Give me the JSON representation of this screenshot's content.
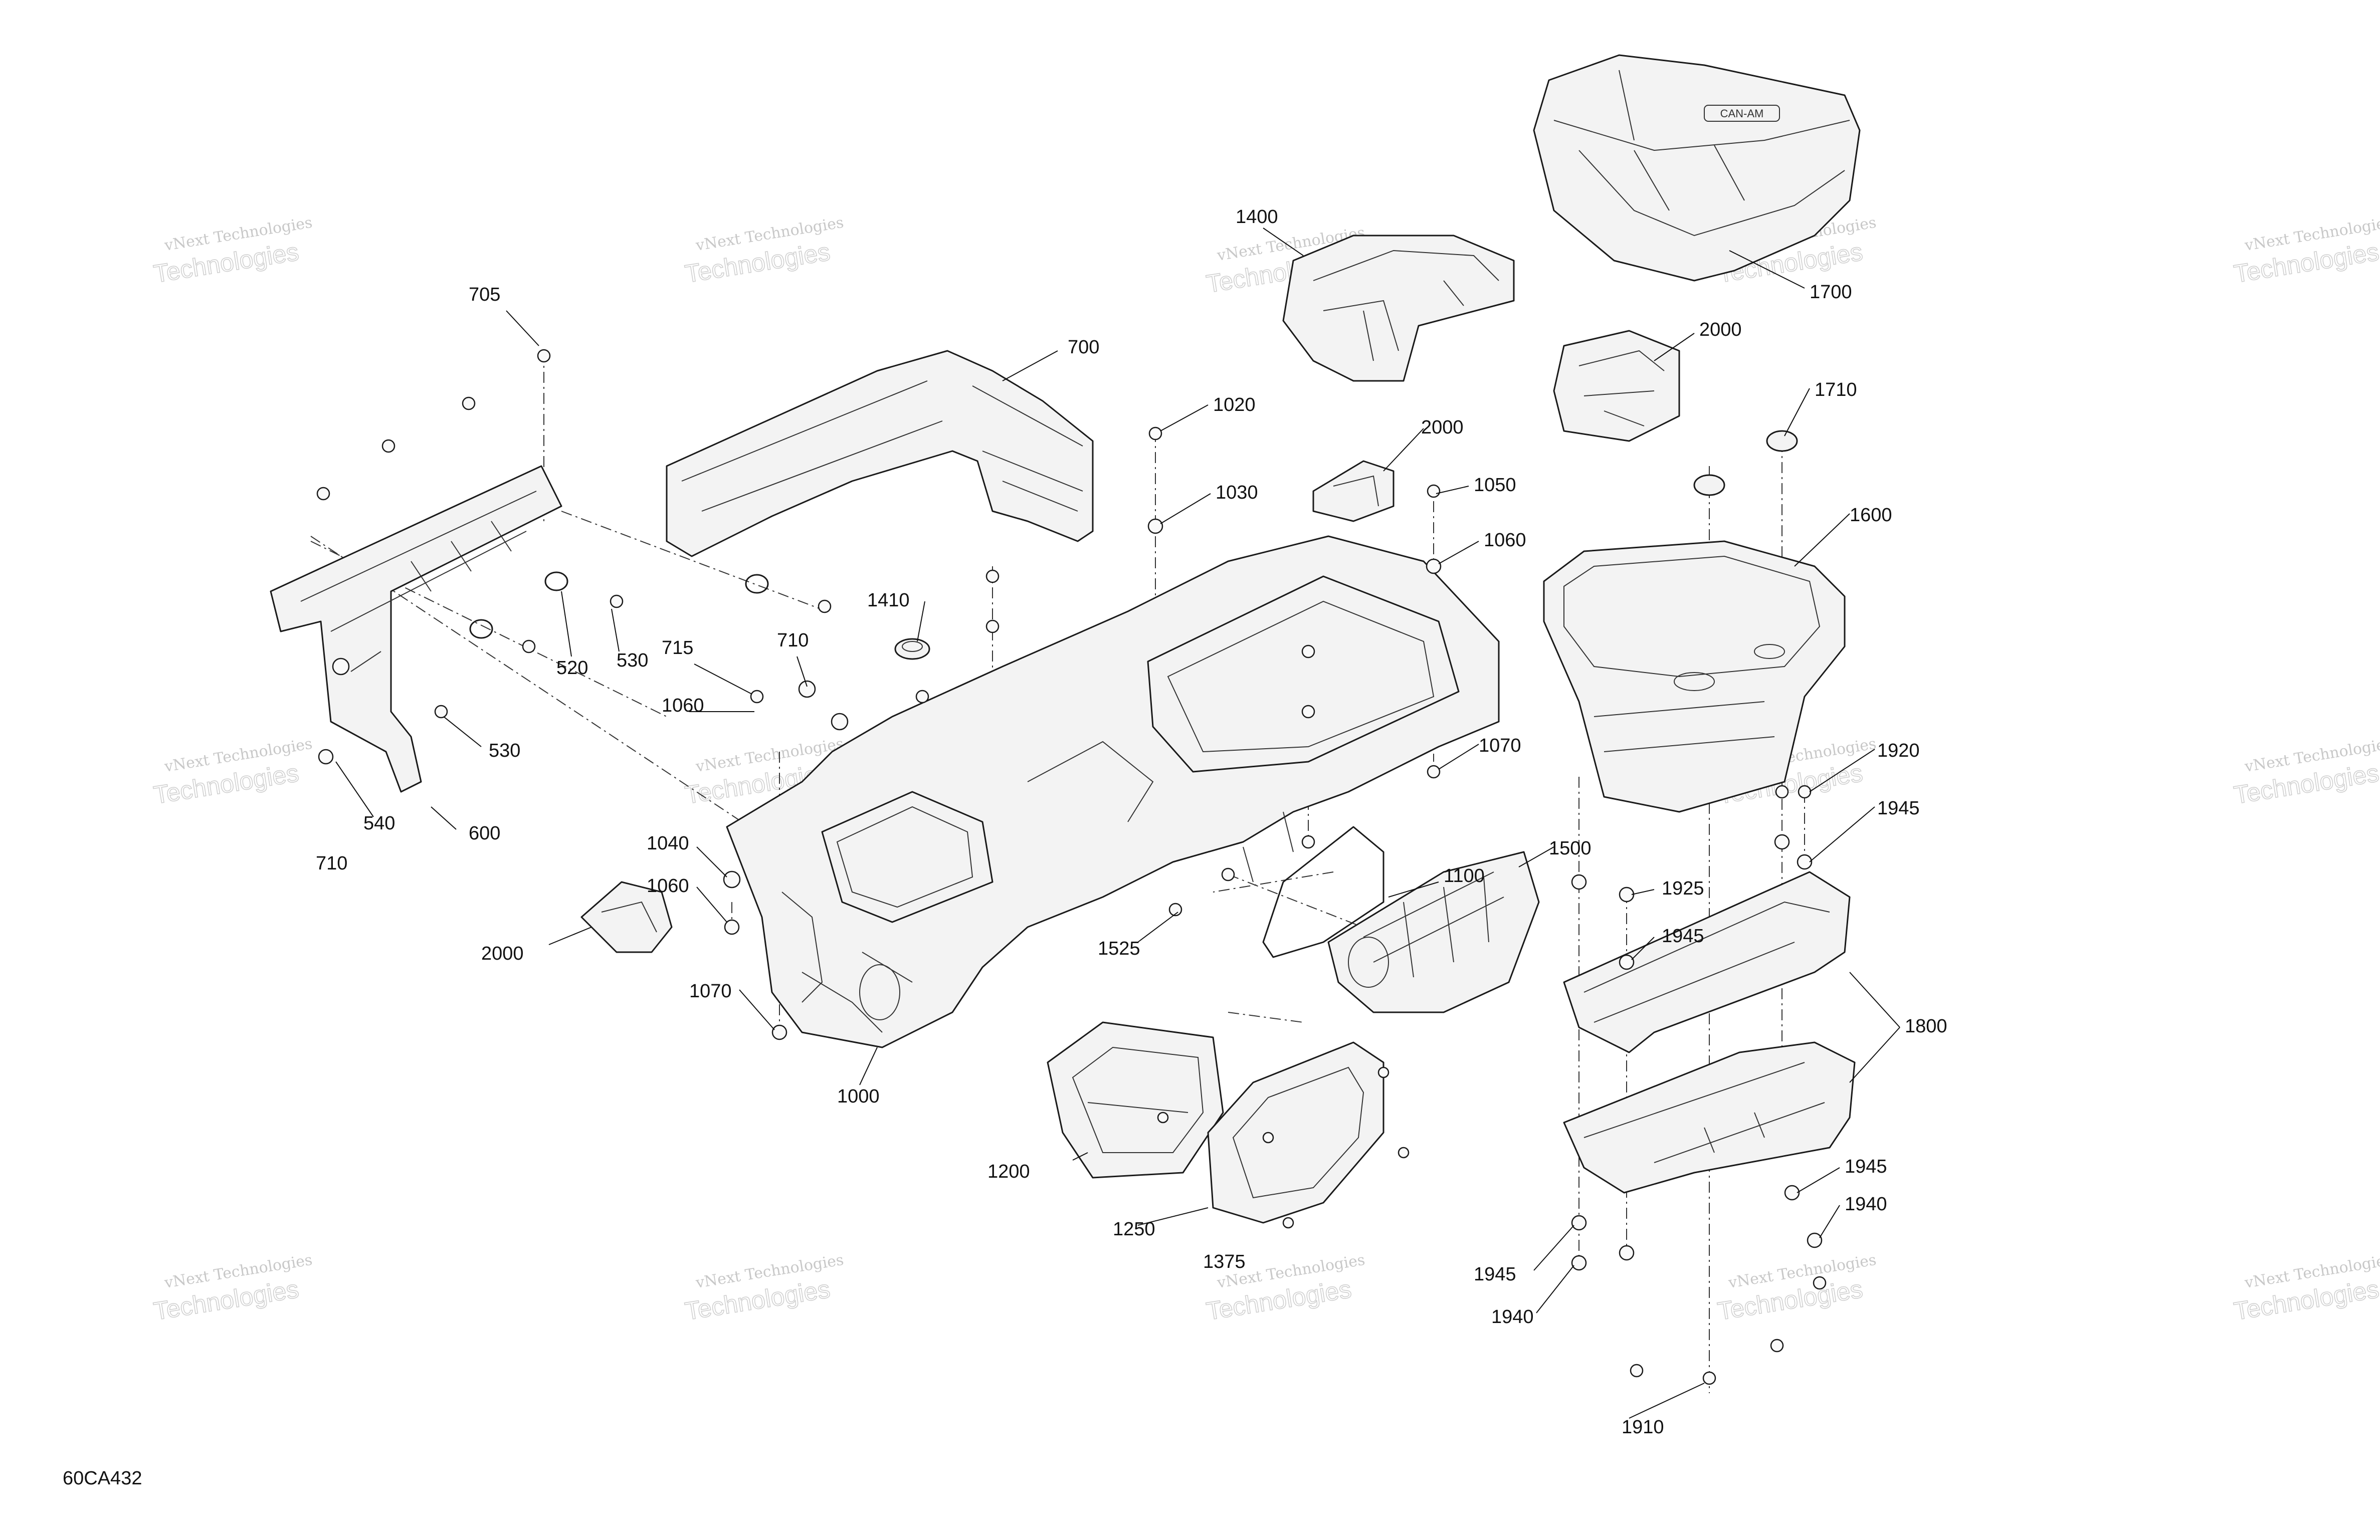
{
  "diagram": {
    "reference_code": "60CA432",
    "watermark_line1": "vNext Technologies",
    "watermark_line2": "Technologies",
    "logo_text": "CAN-AM",
    "callouts": [
      "705",
      "700",
      "520",
      "530",
      "530",
      "715",
      "710",
      "1060",
      "710",
      "540",
      "600",
      "2000",
      "1040",
      "1060",
      "1070",
      "1000",
      "1410",
      "1020",
      "1030",
      "1400",
      "1700",
      "2000",
      "2000",
      "1050",
      "1060",
      "1070",
      "1100",
      "1525",
      "1500",
      "1200",
      "1250",
      "1375",
      "1710",
      "1600",
      "1920",
      "1945",
      "1925",
      "1945",
      "1800",
      "1945",
      "1940",
      "1945",
      "1940",
      "1910"
    ]
  }
}
